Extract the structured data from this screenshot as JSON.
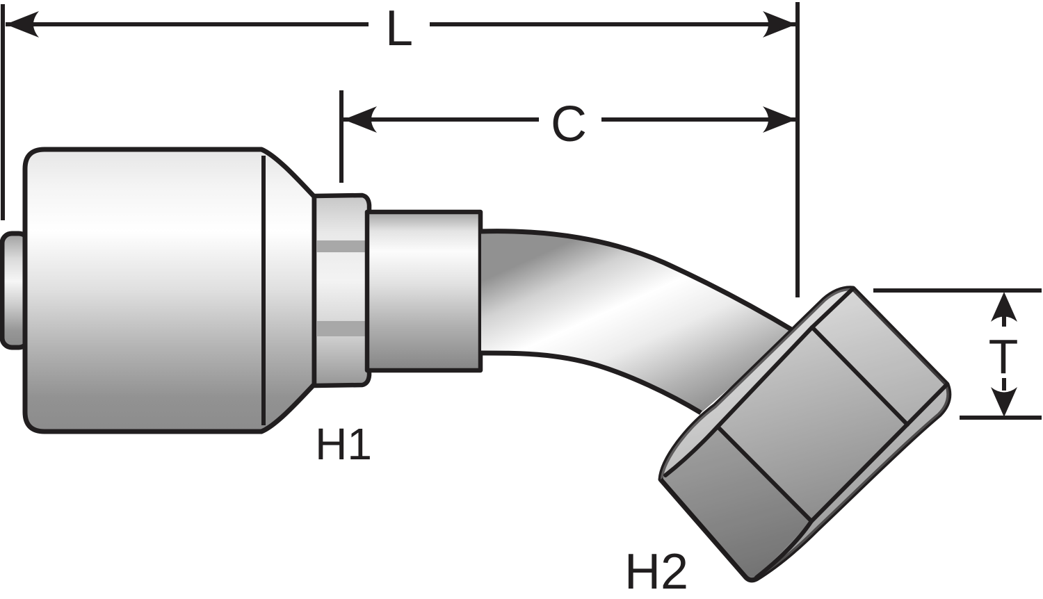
{
  "diagram": {
    "background": "#ffffff",
    "outline_color": "#211e1f",
    "labels": {
      "overall_length": "L",
      "cutoff_length": "C",
      "height": "T",
      "hex1": "H1",
      "hex2": "H2"
    },
    "colors": {
      "metal_highlight": "#ffffff",
      "metal_light": "#e9e9e9",
      "metal_mid": "#b5b5b5",
      "metal_dark": "#868686",
      "hex_band": "#a8a8a8"
    }
  }
}
